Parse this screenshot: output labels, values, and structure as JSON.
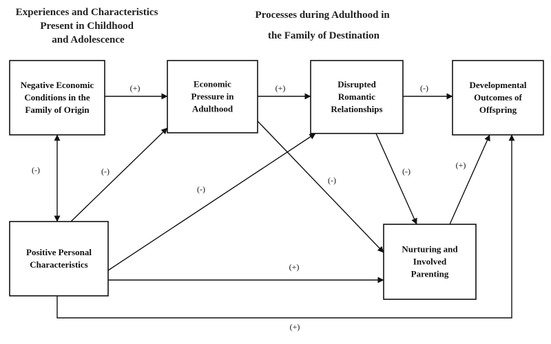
{
  "headings": {
    "left": [
      "Experiences and Characteristics",
      "Present in Childhood",
      "and Adolescence"
    ],
    "right": [
      "Processes during Adulthood in",
      "the  Family of Destination"
    ]
  },
  "nodes": {
    "negative_economic": [
      "Negative Economic",
      "Conditions in the",
      "Family of Origin"
    ],
    "economic_pressure": [
      "Economic",
      "Pressure in",
      "Adulthood"
    ],
    "disrupted_romantic": [
      "Disrupted",
      "Romantic",
      "Relationships"
    ],
    "developmental_outcomes": [
      "Developmental",
      "Outcomes of",
      "Offspring"
    ],
    "positive_personal": [
      "Positive Personal",
      "Characteristics"
    ],
    "nurturing_parenting": [
      "Nurturing and",
      "Involved",
      "Parenting"
    ]
  },
  "edges": [
    {
      "from": "negative_economic",
      "to": "economic_pressure",
      "sign": "(+)"
    },
    {
      "from": "economic_pressure",
      "to": "disrupted_romantic",
      "sign": "(+)"
    },
    {
      "from": "disrupted_romantic",
      "to": "developmental_outcomes",
      "sign": "(-)"
    },
    {
      "from": "negative_economic",
      "to": "positive_personal",
      "sign": "(-)",
      "bidirectional": true
    },
    {
      "from": "positive_personal",
      "to": "economic_pressure",
      "sign": "(-)"
    },
    {
      "from": "positive_personal",
      "to": "disrupted_romantic",
      "sign": "(-)"
    },
    {
      "from": "economic_pressure",
      "to": "nurturing_parenting",
      "sign": "(-)"
    },
    {
      "from": "disrupted_romantic",
      "to": "nurturing_parenting",
      "sign": "(-)"
    },
    {
      "from": "nurturing_parenting",
      "to": "developmental_outcomes",
      "sign": "(+)"
    },
    {
      "from": "positive_personal",
      "to": "nurturing_parenting",
      "sign": "(+)"
    },
    {
      "from": "positive_personal",
      "to": "developmental_outcomes",
      "sign": "(+)"
    }
  ]
}
